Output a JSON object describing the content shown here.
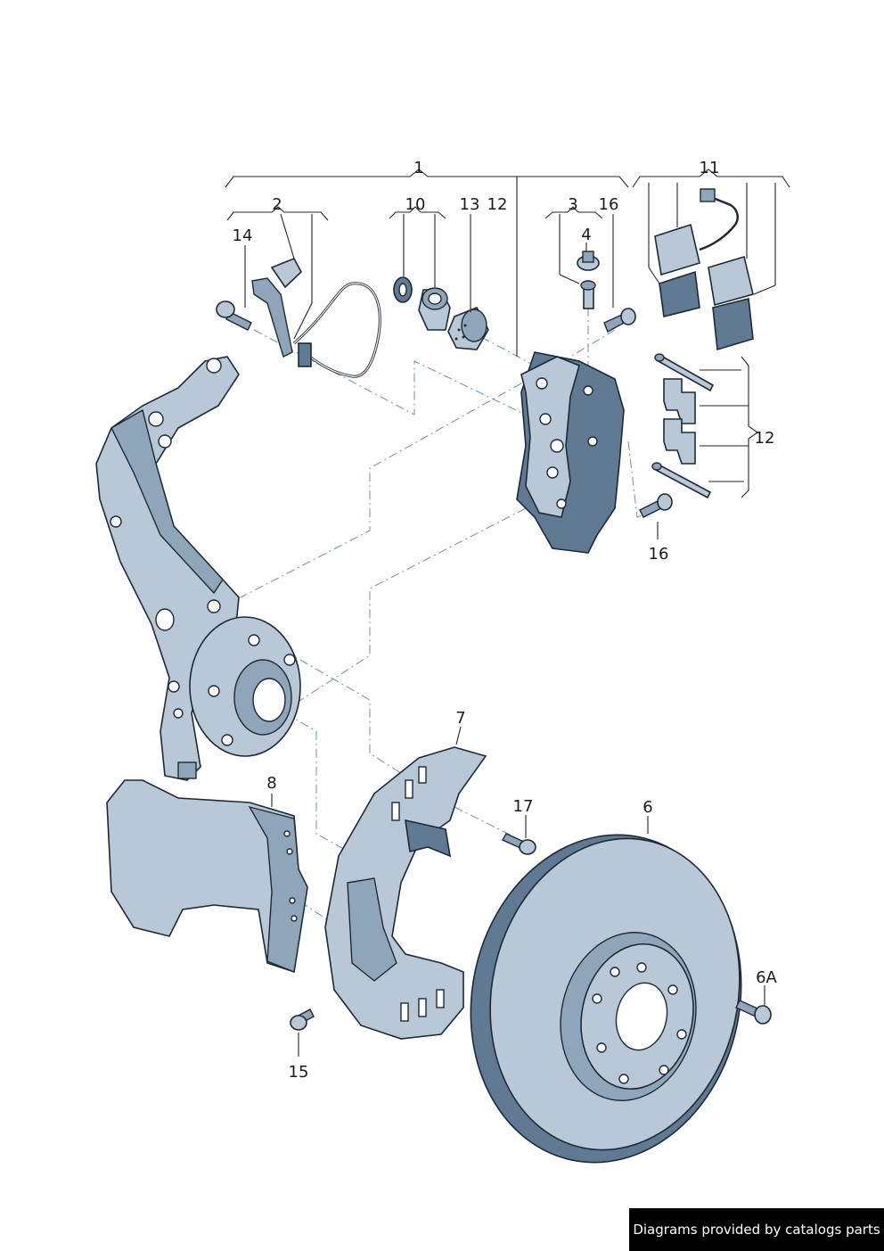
{
  "callouts": {
    "c1": "1",
    "c2": "2",
    "c3": "3",
    "c4": "4",
    "c6": "6",
    "c6a": "6A",
    "c7": "7",
    "c8": "8",
    "c10": "10",
    "c11": "11",
    "c12a": "12",
    "c12b": "12",
    "c13": "13",
    "c14": "14",
    "c15": "15",
    "c16a": "16",
    "c16b": "16",
    "c17": "17"
  },
  "credit": "Diagrams provided by catalogs parts",
  "colors": {
    "part_fill": "#b9c8d6",
    "part_shadow": "#5f7a92",
    "outline": "#1d2a36",
    "centerline": "#7a97b0",
    "credit_bg": "#000000"
  }
}
